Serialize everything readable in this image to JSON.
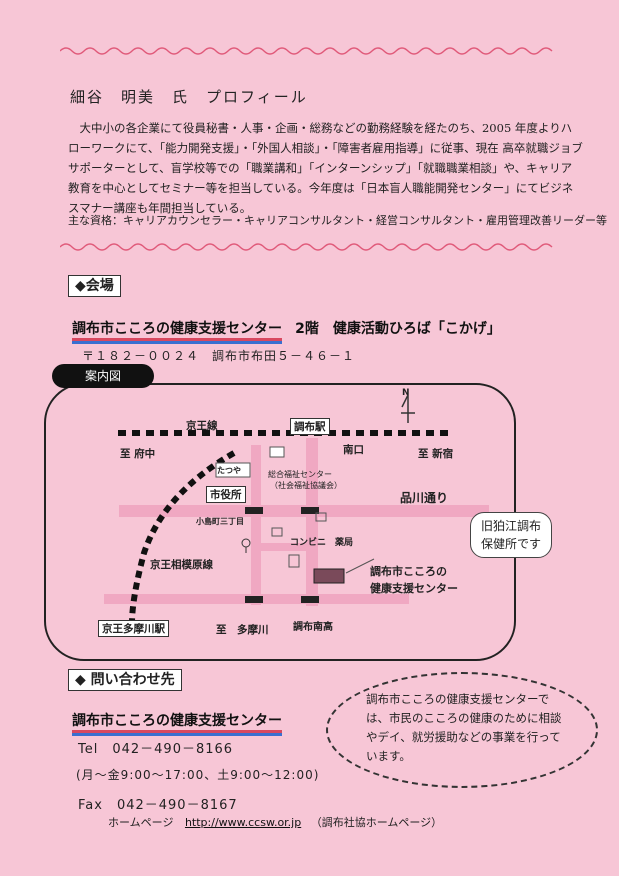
{
  "profile": {
    "title": "細谷　明美　氏　プロフィール",
    "body": "大中小の各企業にて役員秘書・人事・企画・総務などの勤務経験を経たのち、2005 年度よりハローワークにて、「能力開発支援」・「外国人相談」・「障害者雇用指導」に従事、現在 高卒就職ジョブサポーターとして、盲学校等での「職業講和」「インターンシップ」「就職職業相談」や、キャリア教育を中心としてセミナー等を担当している。今年度は「日本盲人職能開発センター」にてビジネスマナー講座も年間担当している。",
    "qualifications": "主な資格：キャリアカウンセラー・キャリアコンサルタント・経営コンサルタント・雇用管理改善リーダー等"
  },
  "venue": {
    "heading": "◆会場",
    "center_name": "調布市こころの健康支援センター",
    "floor_room": "2階　健康活動ひろば「こかげ」",
    "address": "〒１８２－００２４　調布市布田５－４６－１"
  },
  "map": {
    "label": "案内図",
    "north": "N",
    "keio_line": "京王線",
    "chofu_station": "調布駅",
    "south_exit": "南口",
    "to_fuchu": "至 府中",
    "to_shinjuku": "至 新宿",
    "tsutaya": "たつや",
    "welfare_center": "総合福祉センター",
    "welfare_center_sub": "（社会福祉協議会）",
    "city_hall": "市役所",
    "shinagawa_st": "品川通り",
    "kojima_cho": "小島町三丁目",
    "convenience": "コンビニ",
    "pharmacy": "薬局",
    "sagamihara_line": "京王相模原線",
    "center_label_1": "調布市こころの",
    "center_label_2": "健康支援センター",
    "tamagawa_station": "京王多摩川駅",
    "to_tamagawa": "至　多摩川",
    "chofu_minami": "調布南高",
    "old_health_1": "旧狛江調布",
    "old_health_2": "保健所です"
  },
  "contact": {
    "heading": "◆ 問い合わせ先",
    "center_name": "調布市こころの健康支援センター",
    "tel": "Tel　042－490－8166",
    "hours": "(月～金9:00～17:00、土9:00～12:00)",
    "fax": "Fax　042－490－8167",
    "homepage_label": "ホームページ",
    "homepage_url": "http://www.ccsw.or.jp",
    "homepage_note": "（調布社協ホームページ）"
  },
  "info": {
    "text": "調布市こころの健康支援センターでは、市民のこころの健康のために相談やデイ、就労援助などの事業を行っています。"
  },
  "colors": {
    "background": "#f7c6d6",
    "wave": "#e05a7a",
    "road": "#f0a8c2",
    "underline_red": "#d84860",
    "underline_blue": "#3a6fd0"
  }
}
